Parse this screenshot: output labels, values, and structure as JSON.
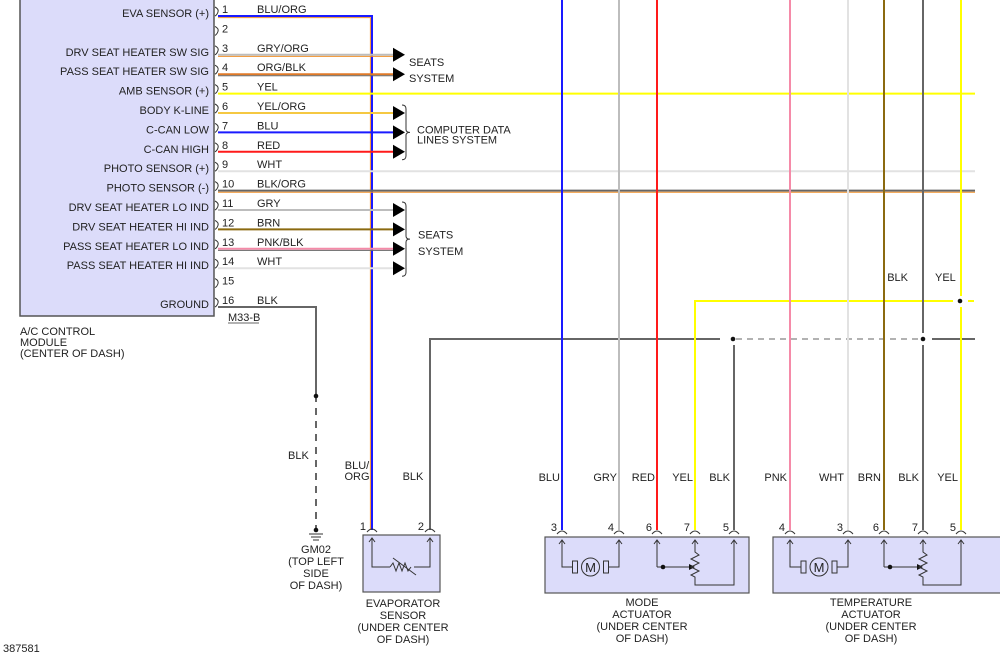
{
  "diagram_id": "387581",
  "colors": {
    "BLU": "#1a1aff",
    "ORG": "#f0902a",
    "GRY": "#bdbdbd",
    "ORGBLK": "#e07a28",
    "YEL": "#ffff00",
    "YELORG": "#f5c842",
    "RED": "#ff1a1a",
    "WHT": "#e2e2e2",
    "BLK": "#666666",
    "BRN": "#8b6a10",
    "PNK": "#f58aa8",
    "module_fill": "#dcdcfa",
    "module_border": "#555555"
  },
  "module": {
    "name_lines": [
      "A/C CONTROL",
      "MODULE",
      "(CENTER OF DASH)"
    ],
    "connector": "M33-B",
    "pins": [
      {
        "pin": "1",
        "label": "EVA SENSOR (+)",
        "wire": "BLU/ORG",
        "color": "BLU",
        "stripe": "ORG"
      },
      {
        "pin": "2",
        "label": "",
        "wire": "",
        "color": null
      },
      {
        "pin": "3",
        "label": "DRV SEAT HEATER SW SIG",
        "wire": "GRY/ORG",
        "color": "GRY",
        "stripe": "ORG"
      },
      {
        "pin": "4",
        "label": "PASS SEAT HEATER SW SIG",
        "wire": "ORG/BLK",
        "color": "ORGBLK",
        "stripe": "BLK"
      },
      {
        "pin": "5",
        "label": "AMB SENSOR (+)",
        "wire": "YEL",
        "color": "YEL"
      },
      {
        "pin": "6",
        "label": "BODY K-LINE",
        "wire": "YEL/ORG",
        "color": "YELORG"
      },
      {
        "pin": "7",
        "label": "C-CAN LOW",
        "wire": "BLU",
        "color": "BLU"
      },
      {
        "pin": "8",
        "label": "C-CAN HIGH",
        "wire": "RED",
        "color": "RED"
      },
      {
        "pin": "9",
        "label": "PHOTO SENSOR (+)",
        "wire": "WHT",
        "color": "WHT"
      },
      {
        "pin": "10",
        "label": "PHOTO SENSOR (-)",
        "wire": "BLK/ORG",
        "color": "BLK",
        "stripe": "ORG"
      },
      {
        "pin": "11",
        "label": "DRV SEAT HEATER LO IND",
        "wire": "GRY",
        "color": "GRY"
      },
      {
        "pin": "12",
        "label": "DRV SEAT HEATER HI IND",
        "wire": "BRN",
        "color": "BRN"
      },
      {
        "pin": "13",
        "label": "PASS SEAT HEATER LO IND",
        "wire": "PNK/BLK",
        "color": "PNK",
        "stripe": "BLK"
      },
      {
        "pin": "14",
        "label": "PASS SEAT HEATER HI IND",
        "wire": "WHT",
        "color": "WHT"
      },
      {
        "pin": "15",
        "label": "",
        "wire": "",
        "color": null
      },
      {
        "pin": "16",
        "label": "GROUND",
        "wire": "BLK",
        "color": "BLK"
      }
    ]
  },
  "systems": {
    "seats_1": [
      "SEATS",
      "SYSTEM"
    ],
    "computer_data": [
      "COMPUTER DATA",
      "LINES SYSTEM"
    ],
    "seats_2": [
      "SEATS",
      "SYSTEM"
    ]
  },
  "ground": {
    "wire": "BLK",
    "name_lines": [
      "GM02",
      "(TOP LEFT",
      "SIDE",
      "OF DASH)"
    ]
  },
  "evap_sensor": {
    "name_lines": [
      "EVAPORATOR",
      "SENSOR",
      "(UNDER CENTER",
      "OF DASH)"
    ],
    "pins": [
      {
        "pin": "1",
        "wire_lines": [
          "BLU/",
          "ORG"
        ]
      },
      {
        "pin": "2",
        "wire_lines": [
          "BLK"
        ]
      }
    ]
  },
  "mode_actuator": {
    "name_lines": [
      "MODE",
      "ACTUATOR",
      "(UNDER CENTER",
      "OF DASH)"
    ],
    "motor_label": "M",
    "pins": [
      {
        "pin": "3",
        "wire": "BLU",
        "color": "BLU"
      },
      {
        "pin": "4",
        "wire": "GRY",
        "color": "GRY"
      },
      {
        "pin": "6",
        "wire": "RED",
        "color": "RED"
      },
      {
        "pin": "7",
        "wire": "YEL",
        "color": "YEL"
      },
      {
        "pin": "5",
        "wire": "BLK",
        "color": "BLK"
      }
    ]
  },
  "temp_actuator": {
    "name_lines": [
      "TEMPERATURE",
      "ACTUATOR",
      "(UNDER CENTER",
      "OF DASH)"
    ],
    "motor_label": "M",
    "pins": [
      {
        "pin": "4",
        "wire": "PNK",
        "color": "PNK"
      },
      {
        "pin": "3",
        "wire": "WHT",
        "color": "WHT"
      },
      {
        "pin": "6",
        "wire": "BRN",
        "color": "BRN"
      },
      {
        "pin": "7",
        "wire": "BLK",
        "color": "BLK"
      },
      {
        "pin": "5",
        "wire": "YEL",
        "color": "YEL"
      }
    ]
  },
  "right_labels": [
    "BLK",
    "YEL"
  ]
}
